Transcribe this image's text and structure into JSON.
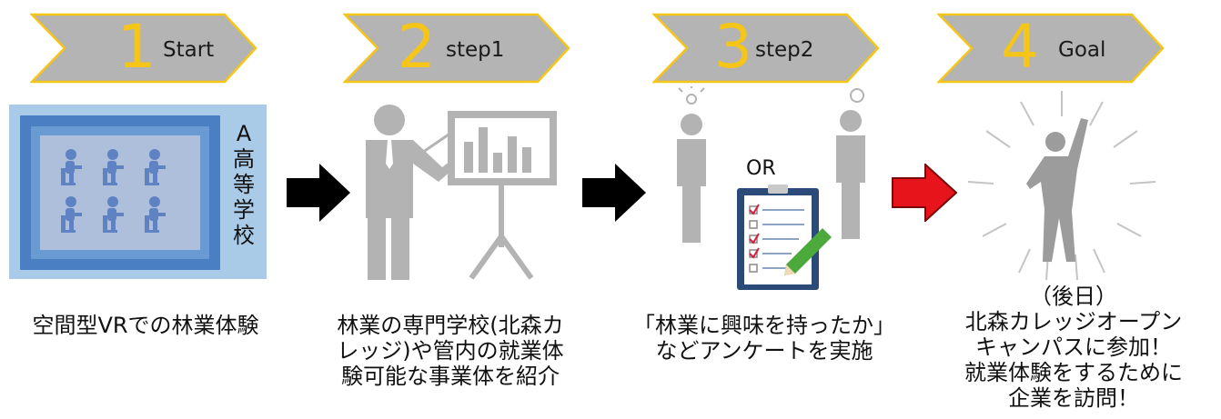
{
  "steps": [
    {
      "number": "1",
      "label": "Start"
    },
    {
      "number": "2",
      "label": "step1"
    },
    {
      "number": "3",
      "label": "step2"
    },
    {
      "number": "4",
      "label": "Goal"
    }
  ],
  "classroom": {
    "school_label": [
      "A",
      "高",
      "等",
      "学",
      "校"
    ]
  },
  "survey": {
    "or_label": "OR"
  },
  "captions": {
    "c1": [
      "空間型VRでの林業体験"
    ],
    "c2": [
      "林業の専門学校(北森カ",
      "レッジ)や管内の就業体",
      "験可能な事業体を紹介"
    ],
    "c3": [
      "「林業に興味を持ったか」",
      "などアンケートを実施"
    ],
    "c4": [
      "（後日）",
      "北森カレッジオープン",
      "キャンパスに参加！",
      "就業体験をするために",
      "企業を訪問！"
    ]
  },
  "colors": {
    "banner_fill": "#b4b4b4",
    "banner_outline": "#f5c518",
    "number": "#f5c518",
    "arrow_black": "#000000",
    "arrow_red": "#e8141b",
    "classroom_outer": "#a9cbe8",
    "classroom_inner": "#4a7fc4"
  }
}
